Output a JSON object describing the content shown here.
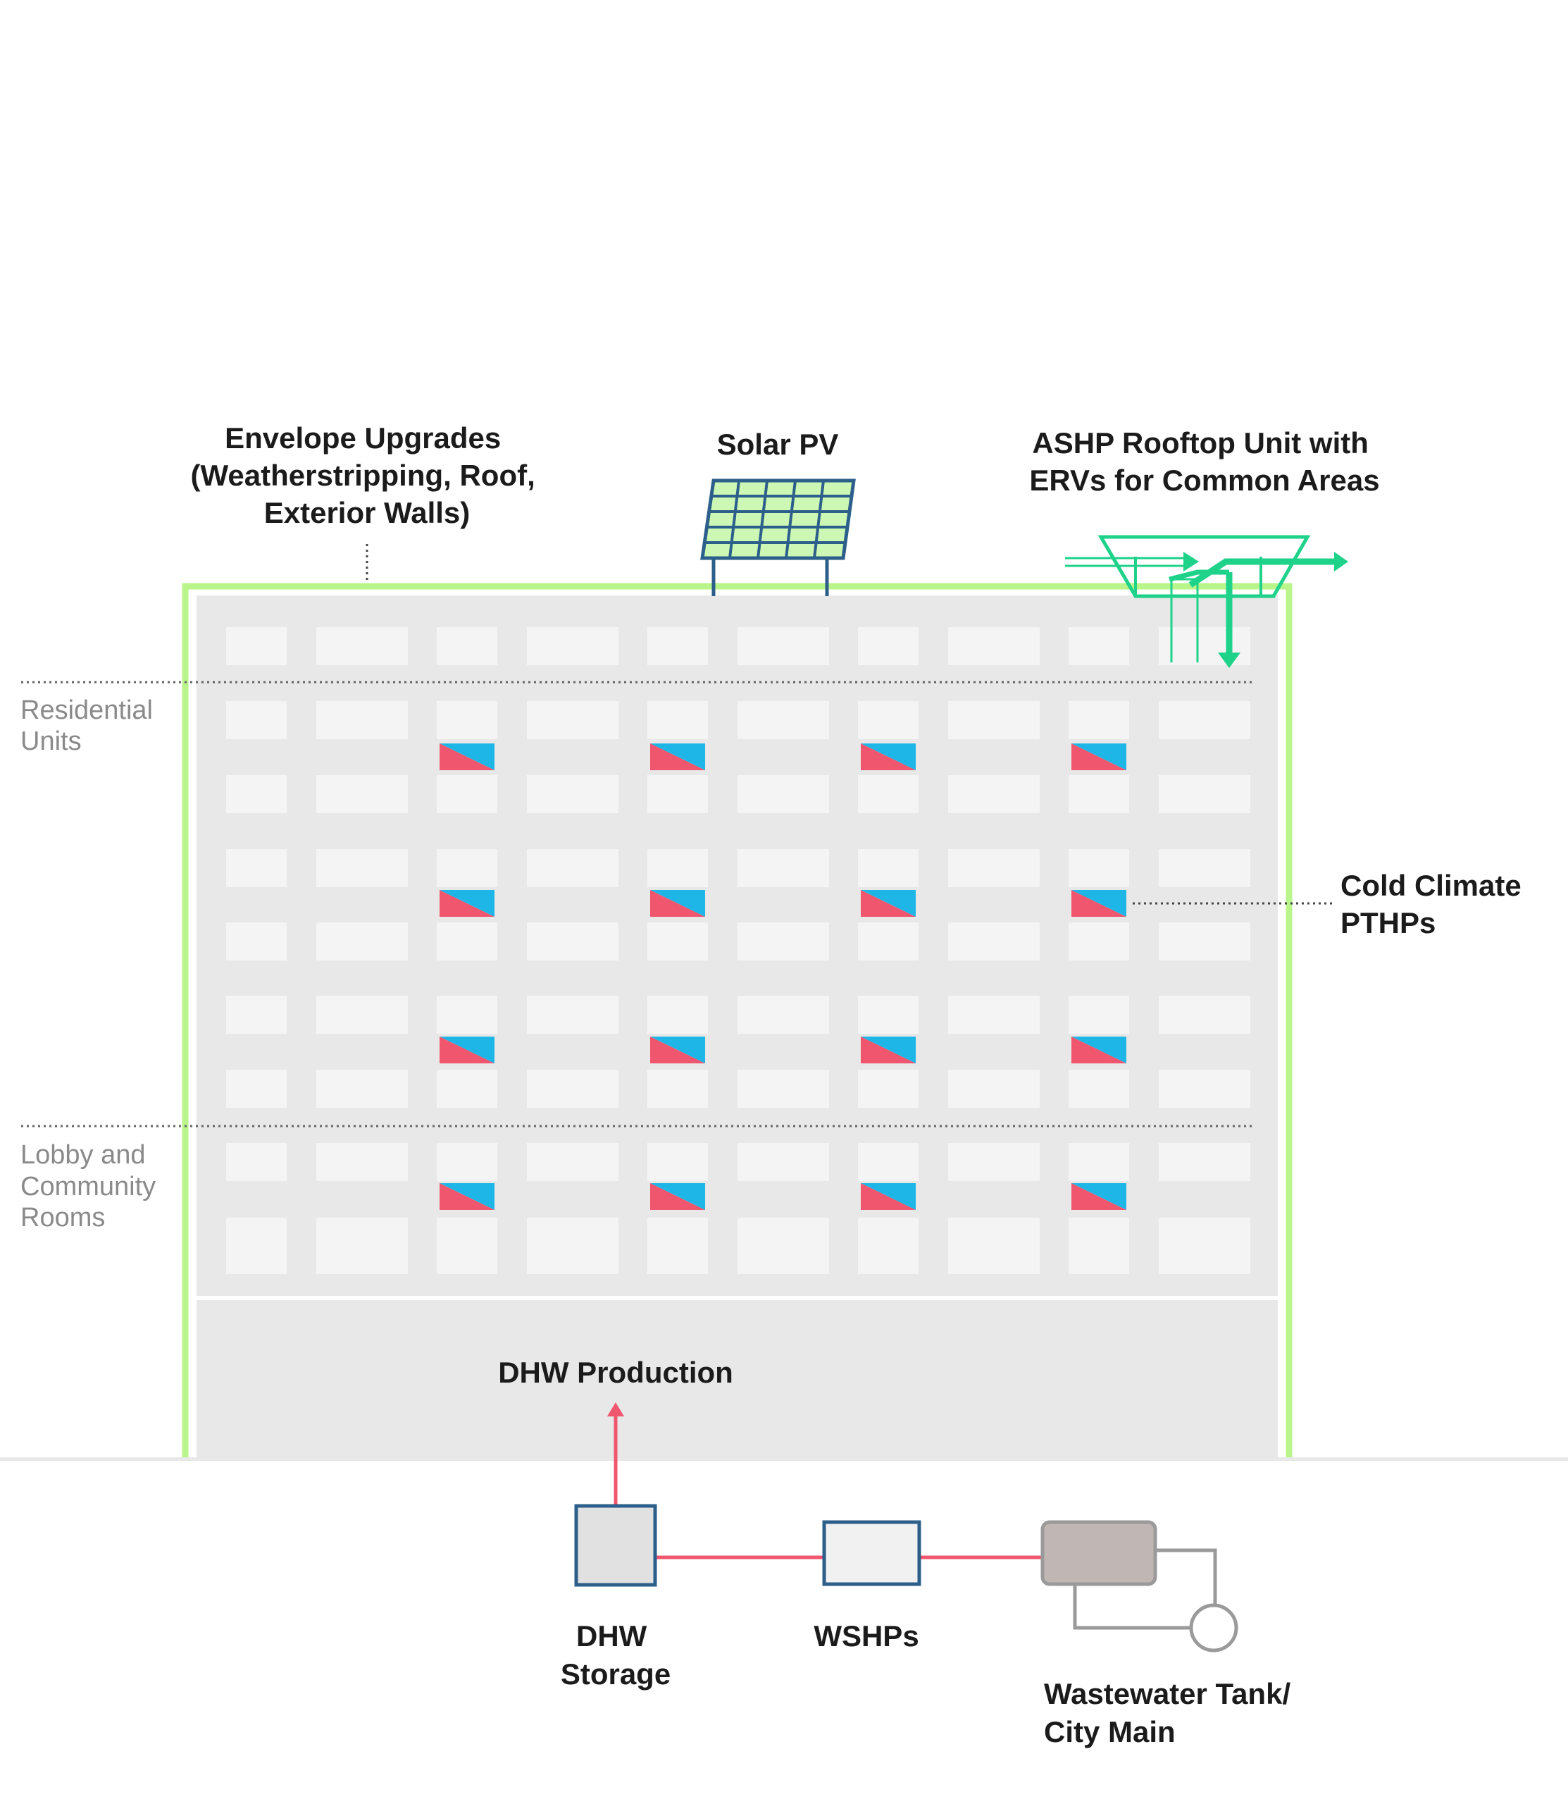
{
  "labels": {
    "envelope": [
      "Envelope Upgrades",
      "(Weatherstripping, Roof,",
      "Exterior Walls)"
    ],
    "solar": "Solar PV",
    "ashp": [
      "ASHP Rooftop Unit with",
      "ERVs for Common Areas"
    ],
    "residential": [
      "Residential",
      "Units"
    ],
    "lobby": [
      "Lobby and",
      "Community",
      "Rooms"
    ],
    "pthp": [
      "Cold Climate",
      "PTHPs"
    ],
    "dhw_production": "DHW Production",
    "dhw_storage": [
      "DHW",
      "Storage"
    ],
    "wshp": "WSHPs",
    "wastewater": [
      "Wastewater Tank/",
      "City Main"
    ]
  },
  "icons": {
    "solar_panel": "solar-panel-icon",
    "rooftop_unit": "rooftop-unit-icon",
    "pthp_unit": "pthp-unit-icon",
    "storage_tank": "storage-tank-icon",
    "heat_pump": "heat-pump-icon",
    "wastewater_tank": "wastewater-tank-icon",
    "pump": "pump-icon"
  },
  "colors": {
    "envelope": "#b9f58a",
    "building": "#e8e8e8",
    "window": "#f4f4f4",
    "pthp_red": "#f0566e",
    "pthp_blue": "#1eb6e6",
    "ashp": "#1ed28a",
    "solar_frame": "#2c5f8a",
    "solar_cell": "#ccf7b5",
    "pipe_hot": "#f0566e",
    "pipe_waste": "#9a9a9a",
    "tank": "#c0b6b4",
    "box_stroke": "#2c5f8a"
  }
}
